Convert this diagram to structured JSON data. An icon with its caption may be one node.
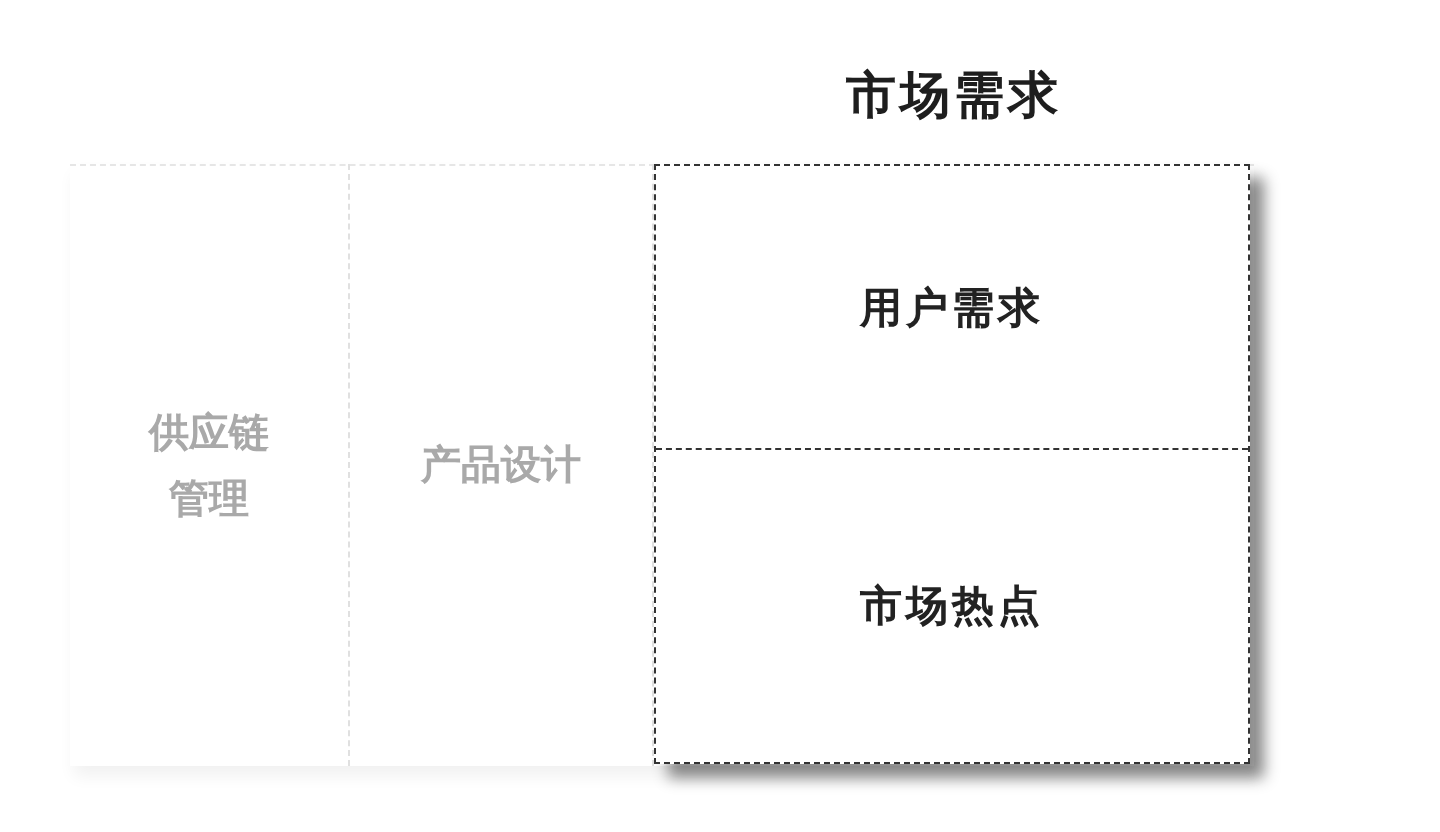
{
  "diagram": {
    "nodes": [
      {
        "text": [
          "供应链管理"
        ]
      },
      {
        "text": [
          "产品设计"
        ]
      },
      {
        "text": [
          "市场需求"
        ]
      },
      {
        "text": [
          "用户需求"
        ],
        "in": 2
      },
      {
        "text": [
          "市场热点"
        ],
        "in": 2
      }
    ]
  }
}
